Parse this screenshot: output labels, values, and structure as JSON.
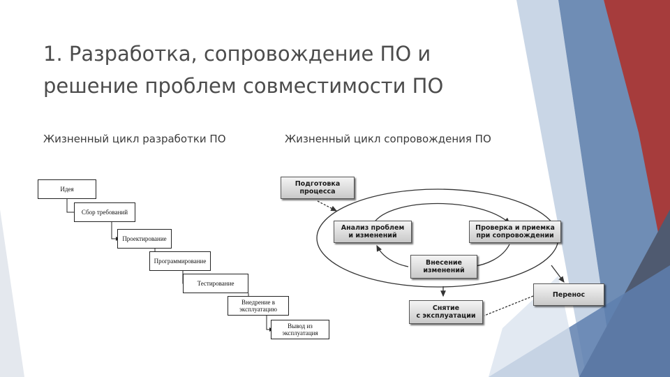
{
  "slide": {
    "title": "1. Разработка, сопровождение ПО и решение проблем совместимости ПО",
    "subtitle_left": "Жизненный цикл разработки ПО",
    "subtitle_right": "Жизненный цикл сопровождения ПО"
  },
  "colors": {
    "accent_red": "#a63c3c",
    "accent_blue": "#5b7ba6",
    "accent_light_blue": "#b9c9dc",
    "accent_dark": "#4a5468"
  },
  "waterfall": {
    "steps": [
      "Идея",
      "Сбор требований",
      "Проектирование",
      "Программирование",
      "Тестирование",
      "Внедрение в эксплуатацию",
      "Вывод из эксплуатация"
    ]
  },
  "maintenance": {
    "preparation": "Подготовка\nпроцесса",
    "analysis": "Анализ проблем\nи изменений",
    "review": "Проверка и приемка\nпри сопровождении",
    "implementation": "Внесение\nизменений",
    "migration": "Перенос",
    "retirement": "Снятие\nс эксплуатации"
  }
}
